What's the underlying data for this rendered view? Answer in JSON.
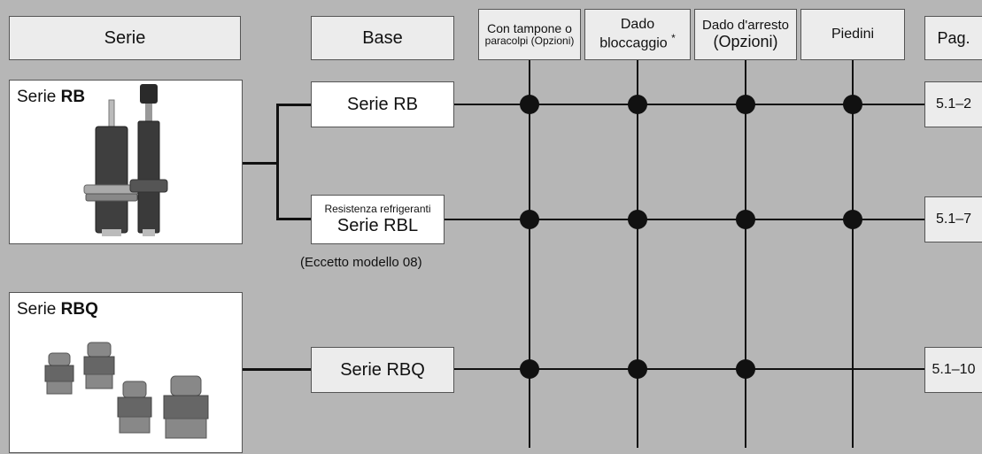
{
  "headers": {
    "serie": "Serie",
    "base": "Base",
    "tampone_line1": "Con tampone o",
    "tampone_line2": "paracolpi (Opzioni)",
    "dado_bloccaggio_line1": "Dado",
    "dado_bloccaggio_line2": "bloccaggio",
    "dado_bloccaggio_mark": "*",
    "dado_arresto_line1": "Dado d'arresto",
    "dado_arresto_line2": "(Opzioni)",
    "piedini": "Piedini",
    "pag": "Pag."
  },
  "series": [
    {
      "prefix": "Serie",
      "name": "RB"
    },
    {
      "prefix": "Serie",
      "name": "RBQ"
    }
  ],
  "bases": [
    {
      "label": "Serie RB",
      "page": "5.1–2"
    },
    {
      "sub": "Resistenza refrigeranti",
      "label": "Serie RBL",
      "note": "(Eccetto modello 08)",
      "page": "5.1–7"
    },
    {
      "label": "Serie RBQ",
      "page": "5.1–10"
    }
  ],
  "matrix": [
    [
      true,
      true,
      true,
      true
    ],
    [
      true,
      true,
      true,
      true
    ],
    [
      true,
      true,
      true,
      false
    ]
  ]
}
